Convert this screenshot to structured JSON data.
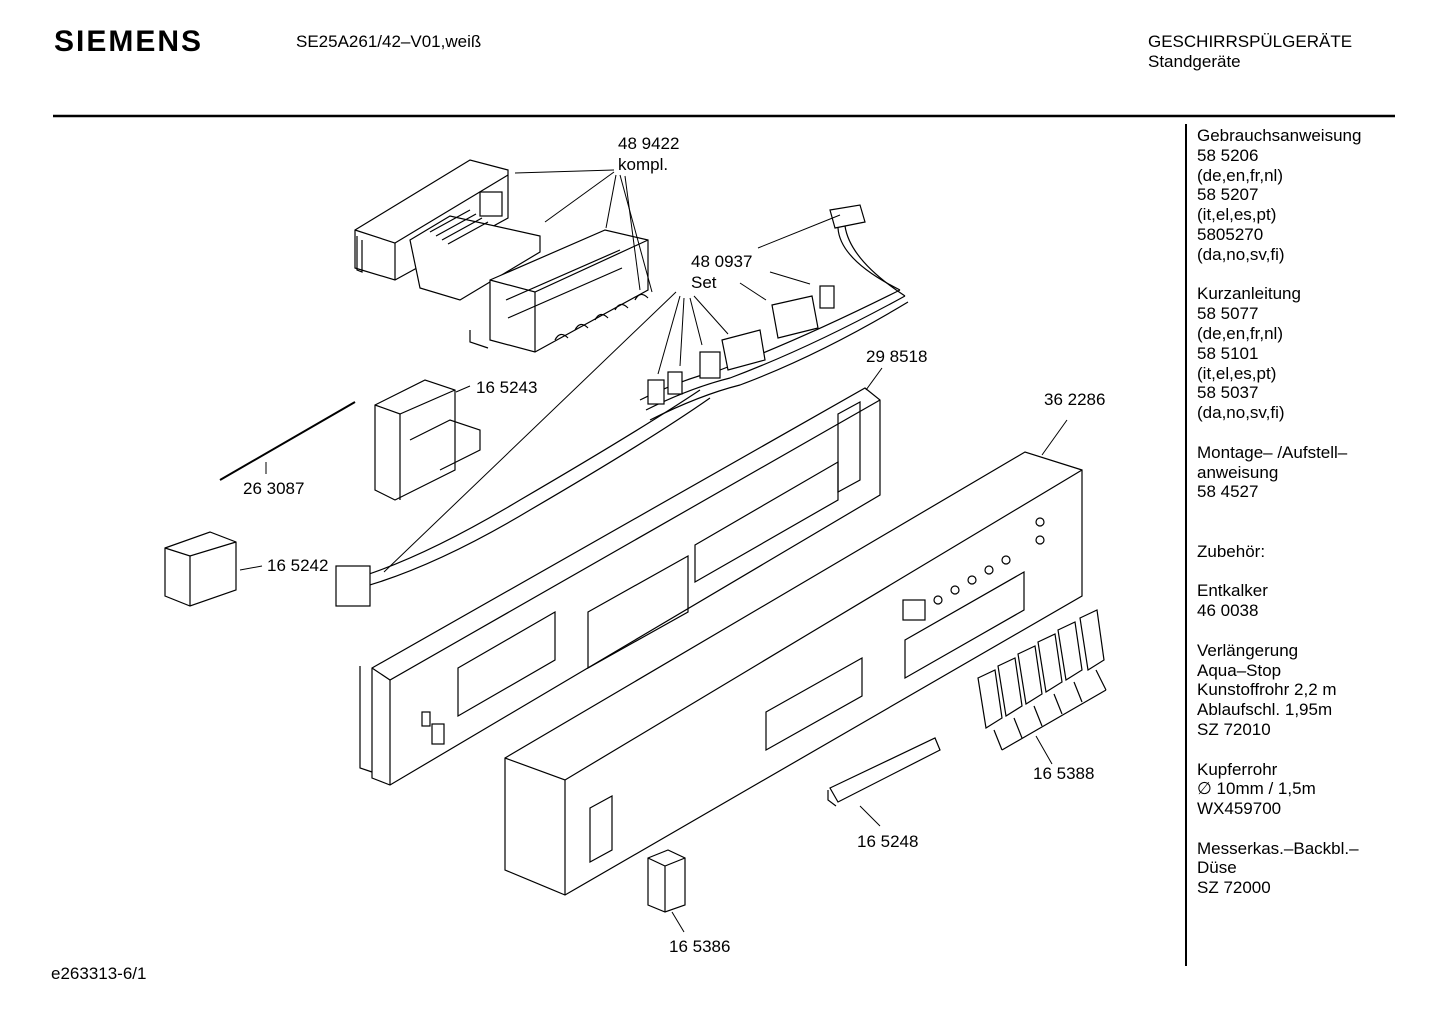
{
  "header": {
    "brand": "SIEMENS",
    "model": "SE25A261/42–V01,weiß",
    "category": "GESCHIRRSPÜLGERÄTE",
    "subcategory": "Standgeräte"
  },
  "footer": {
    "code": "e263313-6/1"
  },
  "part_labels": {
    "p489422": "48  9422",
    "kompl": "kompl.",
    "p480937": "48 0937",
    "set": "Set",
    "p298518": "29 8518",
    "p165243": "16 5243",
    "p263087": "26 3087",
    "p362286": "36 2286",
    "p165242": "16 5242",
    "p165388": "16 5388",
    "p165248": "16 5248",
    "p165386": "16 5386"
  },
  "sidebar": {
    "lines": [
      "Gebrauchsanweisung",
      "58 5206",
      "(de,en,fr,nl)",
      "58 5207",
      "(it,el,es,pt)",
      "5805270",
      "(da,no,sv,fi)",
      "",
      "Kurzanleitung",
      "58 5077",
      "(de,en,fr,nl)",
      "58 5101",
      "(it,el,es,pt)",
      "58 5037",
      "(da,no,sv,fi)",
      "",
      "Montage– /Aufstell–",
      "anweisung",
      "58 4527",
      "",
      "",
      "Zubehör:",
      "",
      "Entkalker",
      "46 0038",
      "",
      "Verlängerung",
      "Aqua–Stop",
      "Kunstoffrohr 2,2 m",
      "Ablaufschl. 1,95m",
      "SZ 72010",
      "",
      "Kupferrohr",
      "∅ 10mm / 1,5m",
      "WX459700",
      "",
      "Messerkas.–Backbl.–",
      "Düse",
      "SZ 72000"
    ]
  }
}
